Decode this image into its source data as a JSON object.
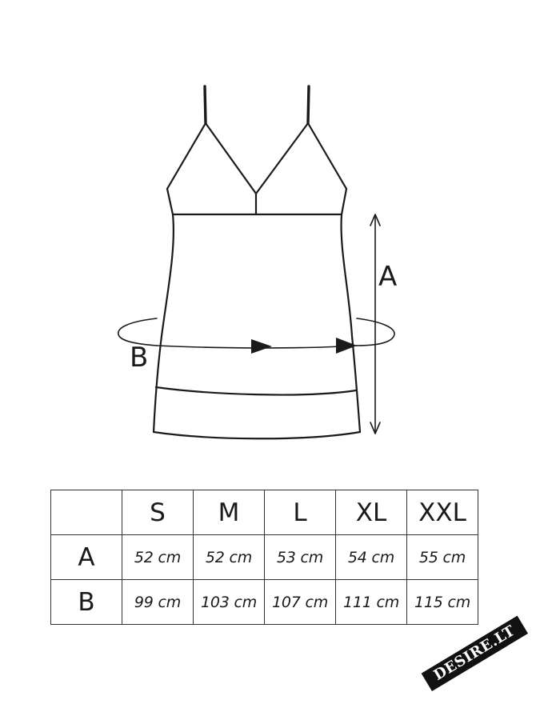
{
  "diagram": {
    "label_a": "A",
    "label_b": "B"
  },
  "table": {
    "header_blank": "",
    "sizes": [
      "S",
      "M",
      "L",
      "XL",
      "XXL"
    ],
    "rows": [
      {
        "label": "A",
        "values": [
          "52 cm",
          "52 cm",
          "53 cm",
          "54 cm",
          "55 cm"
        ]
      },
      {
        "label": "B",
        "values": [
          "99 cm",
          "103 cm",
          "107 cm",
          "111 cm",
          "115 cm"
        ]
      }
    ]
  },
  "watermark": {
    "text": "DESIRE.LT"
  }
}
